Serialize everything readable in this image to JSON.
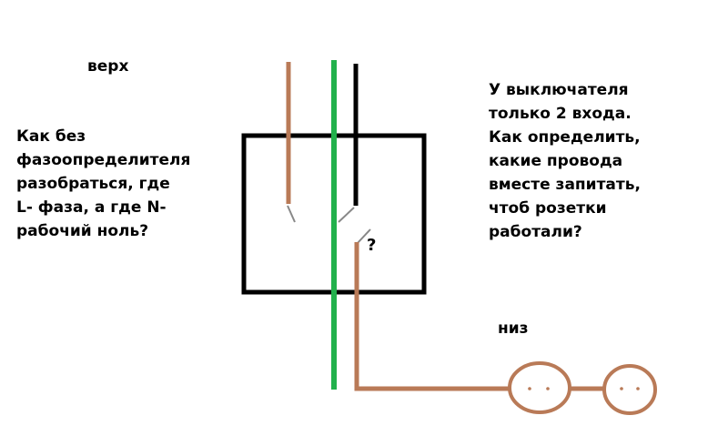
{
  "labels": {
    "top": "верх",
    "bottom": "низ",
    "question_mark": "?"
  },
  "left_question": [
    "Как без",
    "фазоопределителя",
    "разобраться, где",
    "L- фаза, а где N-",
    "рабочий ноль?"
  ],
  "right_question": [
    "У выключателя",
    "только 2 входа.",
    "Как определить,",
    "какие провода",
    "вместе запитать,",
    "чтоб розетки",
    "работали?"
  ],
  "colors": {
    "brown_wire": "#b97a57",
    "green_wire": "#22b14c",
    "black_wire": "#000000",
    "box_outline": "#000000",
    "background": "#ffffff"
  }
}
